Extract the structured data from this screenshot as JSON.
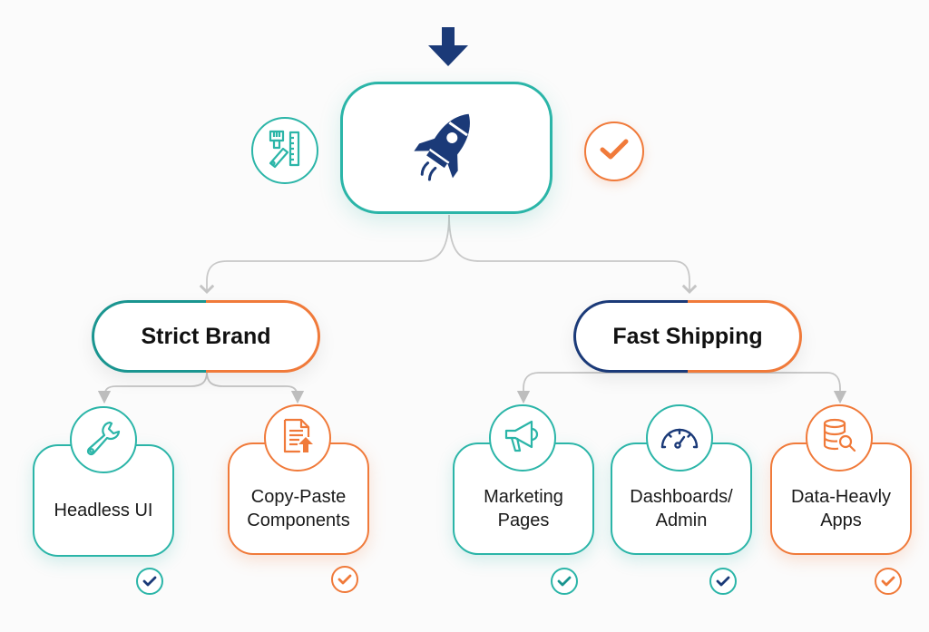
{
  "colors": {
    "teal": "#2bb5a8",
    "dark_teal": "#1a9590",
    "orange": "#f07a3a",
    "navy": "#1b3a78",
    "connector": "#c4c4c4"
  },
  "root": {
    "icon": "rocket-icon",
    "entry_arrow": "arrow-down-icon",
    "left_badge_icon": "design-tools-icon",
    "right_badge_icon": "checkmark-icon"
  },
  "branches": [
    {
      "label": "Strict Brand",
      "border_left": "#1a9590",
      "border_right": "#f07a3a",
      "children": [
        {
          "label": "Headless UI",
          "icon": "wrench-icon",
          "theme": "teal",
          "check_color": "#1b3a78"
        },
        {
          "label": "Copy-Paste Components",
          "line1": "Copy-Paste",
          "line2": "Components",
          "icon": "document-upload-icon",
          "theme": "orange",
          "check_color": "#f07a3a"
        }
      ]
    },
    {
      "label": "Fast Shipping",
      "border_left": "#1b3a78",
      "border_right": "#f07a3a",
      "children": [
        {
          "label": "Marketing Pages",
          "line1": "Marketing",
          "line2": "Pages",
          "icon": "megaphone-icon",
          "theme": "teal",
          "check_color": "#1a9590"
        },
        {
          "label": "Dashboards/ Admin",
          "line1": "Dashboards/",
          "line2": "Admin",
          "icon": "gauge-icon",
          "theme": "teal",
          "check_color": "#1b3a78"
        },
        {
          "label": "Data-Heavly Apps",
          "line1": "Data-Heavly",
          "line2": "Apps",
          "icon": "database-search-icon",
          "theme": "orange",
          "check_color": "#f07a3a"
        }
      ]
    }
  ]
}
